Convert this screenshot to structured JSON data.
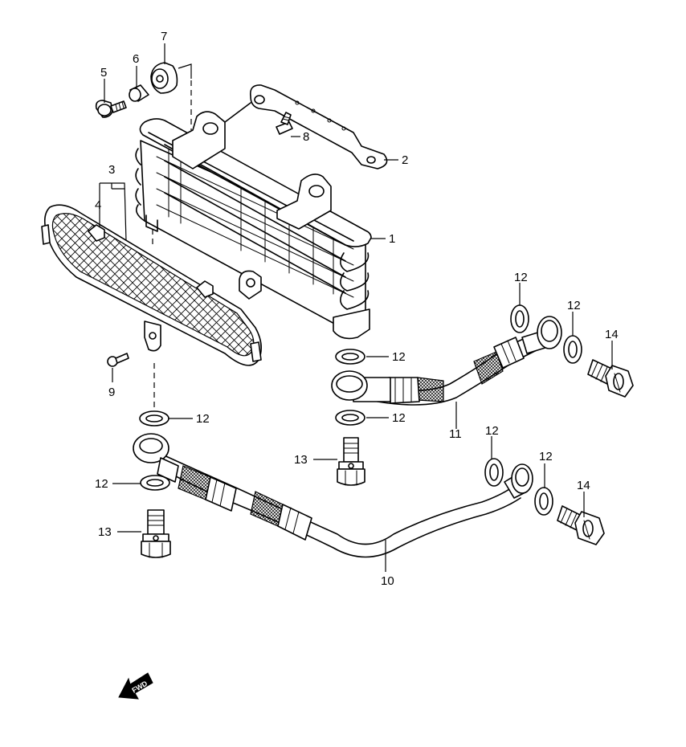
{
  "callouts": {
    "c1": "1",
    "c2": "2",
    "c3": "3",
    "c4": "4",
    "c5": "5",
    "c6": "6",
    "c7": "7",
    "c8": "8",
    "c9": "9",
    "c10": "10",
    "c11": "11",
    "c12a": "12",
    "c12b": "12",
    "c12c": "12",
    "c12d": "12",
    "c12e": "12",
    "c12f": "12",
    "c12g": "12",
    "c12h": "12",
    "c13a": "13",
    "c13b": "13",
    "c14a": "14",
    "c14b": "14"
  },
  "fwd_label": "FWD"
}
